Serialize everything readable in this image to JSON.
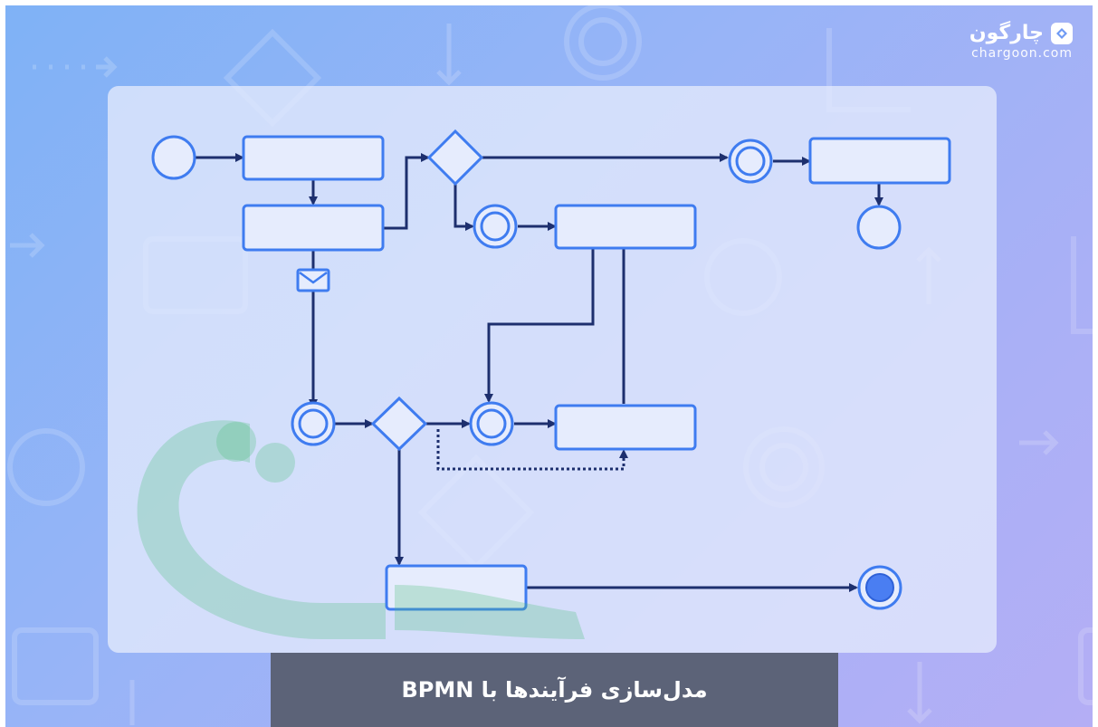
{
  "brand": {
    "name": "چارگون",
    "url": "chargoon.com",
    "logo_icon": "chargoon-logo-icon"
  },
  "title": {
    "text": "مدل‌سازی فرآیندها با  BPMN"
  },
  "diagram": {
    "notation": "BPMN",
    "nodes": [
      {
        "id": "start",
        "type": "start-event"
      },
      {
        "id": "task1",
        "type": "task"
      },
      {
        "id": "task2",
        "type": "task"
      },
      {
        "id": "message1",
        "type": "message-icon"
      },
      {
        "id": "gateway1",
        "type": "exclusive-gateway"
      },
      {
        "id": "intermediate1",
        "type": "intermediate-event"
      },
      {
        "id": "task5",
        "type": "task"
      },
      {
        "id": "intermediate2",
        "type": "intermediate-event"
      },
      {
        "id": "task3",
        "type": "task"
      },
      {
        "id": "end1",
        "type": "end-event"
      },
      {
        "id": "intermediate3",
        "type": "intermediate-event"
      },
      {
        "id": "gateway2",
        "type": "exclusive-gateway"
      },
      {
        "id": "intermediate4",
        "type": "intermediate-event"
      },
      {
        "id": "task6",
        "type": "task"
      },
      {
        "id": "task7",
        "type": "task"
      },
      {
        "id": "end2",
        "type": "end-event-filled"
      }
    ],
    "flows": [
      {
        "from": "start",
        "to": "task1",
        "style": "solid"
      },
      {
        "from": "task1",
        "to": "task2",
        "style": "solid"
      },
      {
        "from": "task2",
        "to": "gateway1",
        "style": "solid"
      },
      {
        "from": "gateway1",
        "to": "intermediate2",
        "style": "solid"
      },
      {
        "from": "intermediate2",
        "to": "task3",
        "style": "solid"
      },
      {
        "from": "task3",
        "to": "end1",
        "style": "solid"
      },
      {
        "from": "gateway1",
        "to": "intermediate1",
        "style": "solid"
      },
      {
        "from": "intermediate1",
        "to": "task5",
        "style": "solid"
      },
      {
        "from": "task2",
        "to": "intermediate3",
        "style": "solid"
      },
      {
        "from": "intermediate3",
        "to": "gateway2",
        "style": "solid"
      },
      {
        "from": "gateway2",
        "to": "intermediate4",
        "style": "solid"
      },
      {
        "from": "intermediate4",
        "to": "task6",
        "style": "solid"
      },
      {
        "from": "task5",
        "to": "intermediate4",
        "style": "solid"
      },
      {
        "from": "task6",
        "to": "task5",
        "style": "solid"
      },
      {
        "from": "gateway2",
        "to": "task6",
        "style": "dotted"
      },
      {
        "from": "gateway2",
        "to": "task7",
        "style": "solid"
      },
      {
        "from": "task7",
        "to": "end2",
        "style": "solid"
      }
    ]
  },
  "colors": {
    "background_start": "#7fb2f6",
    "background_end": "#b4aef5",
    "shape_stroke": "#3f7cf0",
    "flow_line": "#1d2f6e",
    "end_event_fill": "#4a7ef2",
    "watermark": "#4cc07a",
    "title_banner": "#5c6378"
  }
}
